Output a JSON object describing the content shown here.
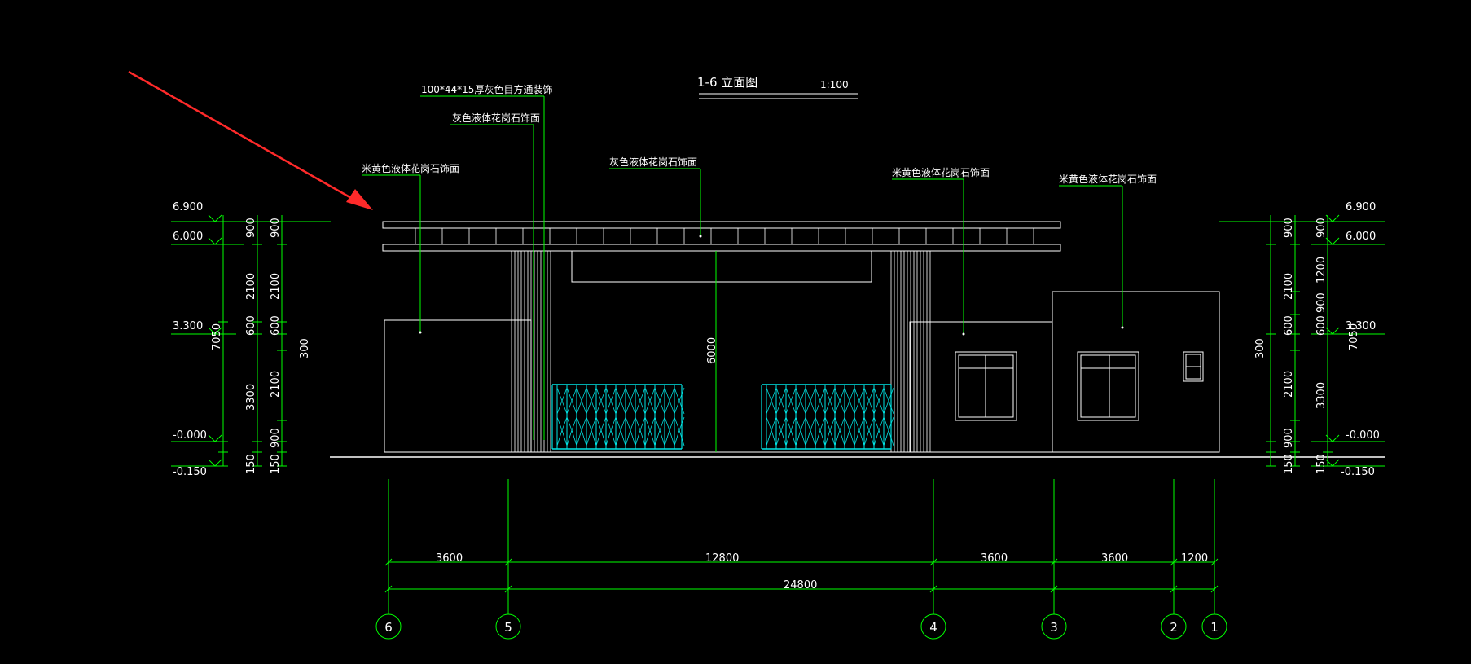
{
  "drawing": {
    "title": "1-6 立面图",
    "scale": "1:100"
  },
  "notes": {
    "trim": "100*44*15厚灰色目方通装饰",
    "gray_granite_a": "灰色液体花岗石饰面",
    "gray_granite_b": "灰色液体花岗石饰面",
    "beige_left": "米黄色液体花岗石饰面",
    "beige_mid": "米黄色液体花岗石饰面",
    "beige_right": "米黄色液体花岗石饰面"
  },
  "levels": {
    "l6900": "6.900",
    "l6000": "6.000",
    "l3300": "3.300",
    "l0000": "-0.000",
    "lm0150": "-0.150"
  },
  "vert_dims": {
    "total": "7050",
    "d900": "900",
    "d2100": "2100",
    "d600": "600",
    "d3300": "3300",
    "d300": "300",
    "d150": "150",
    "d1200": "1200",
    "d6000": "6000"
  },
  "horiz_dims": {
    "s1": "3600",
    "s2": "12800",
    "s3": "3600",
    "s4": "3600",
    "s5": "1200",
    "total": "24800"
  },
  "axes": {
    "a6": "6",
    "a5": "5",
    "a4": "4",
    "a3": "3",
    "a2": "2",
    "a1": "1"
  },
  "colors": {
    "background": "#000000",
    "outline": "#ffffff",
    "dimension": "#00ff00",
    "gate": "#00e5e5",
    "arrow": "#ff2a2a"
  }
}
